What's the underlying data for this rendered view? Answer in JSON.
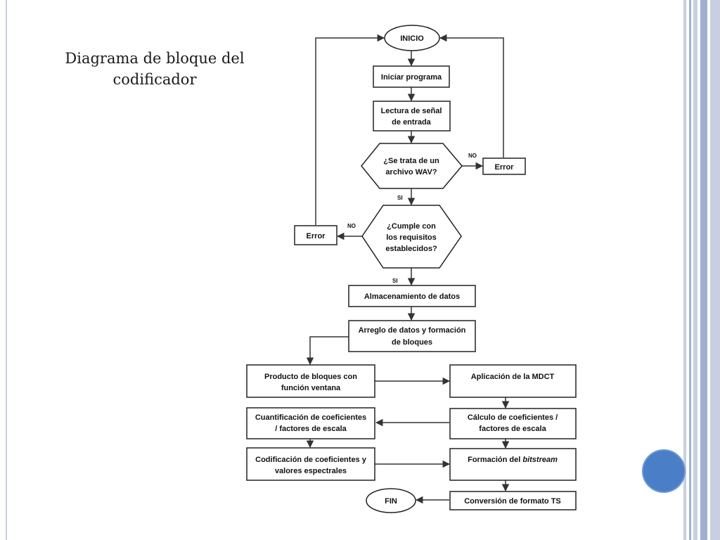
{
  "slide": {
    "title_line1": "Diagrama de bloque del",
    "title_line2": "codificador"
  },
  "flowchart": {
    "start": "INICIO",
    "init": "Iniciar programa",
    "read_line1": "Lectura de señal",
    "read_line2": "de entrada",
    "wav_q_line1": "¿Se trata de un",
    "wav_q_line2": "archivo WAV?",
    "error_right": "Error",
    "req_q_line1": "¿Cumple con",
    "req_q_line2": "los requisitos",
    "req_q_line3": "establecidos?",
    "error_left": "Error",
    "store": "Almacenamiento de datos",
    "arrange_line1": "Arreglo de datos y formación",
    "arrange_line2": "de bloques",
    "product_line1": "Producto de bloques con",
    "product_line2": "función ventana",
    "mdct": "Aplicación de la MDCT",
    "quant_line1": "Cuantificación de coeficientes",
    "quant_line2": "/ factores de escala",
    "calc_line1": "Cálculo de coeficientes /",
    "calc_line2": "factores de escala",
    "coding_line1": "Codificación de coeficientes y",
    "coding_line2": "valores espectrales",
    "bitstream_prefix": "Formación del ",
    "bitstream_italic": "bitstream",
    "ts": "Conversión de formato TS",
    "end": "FIN",
    "no_label_1": "NO",
    "si_label_1": "SI",
    "no_label_2": "NO",
    "si_label_2": "SI"
  },
  "colors": {
    "accent_circle": "#4a7fc7",
    "stripe_light": "#c6d0e0",
    "stripe_dark": "#9fb1cc"
  }
}
